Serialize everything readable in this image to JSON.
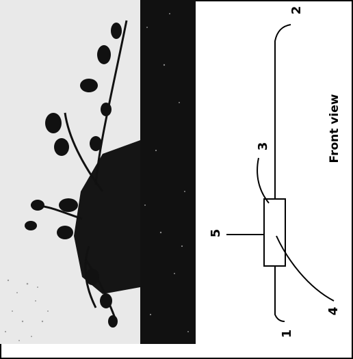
{
  "figure": {
    "view_caption": "Front view",
    "callouts": [
      "1",
      "2",
      "3",
      "4",
      "5"
    ]
  }
}
